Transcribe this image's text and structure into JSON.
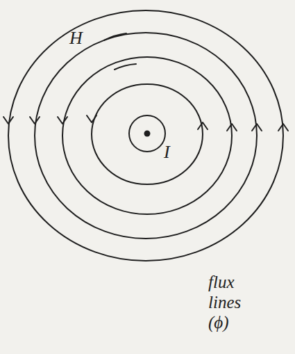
{
  "diagram": {
    "labels": [
      "H",
      "I",
      "flux lines (ϕ)"
    ]
  }
}
